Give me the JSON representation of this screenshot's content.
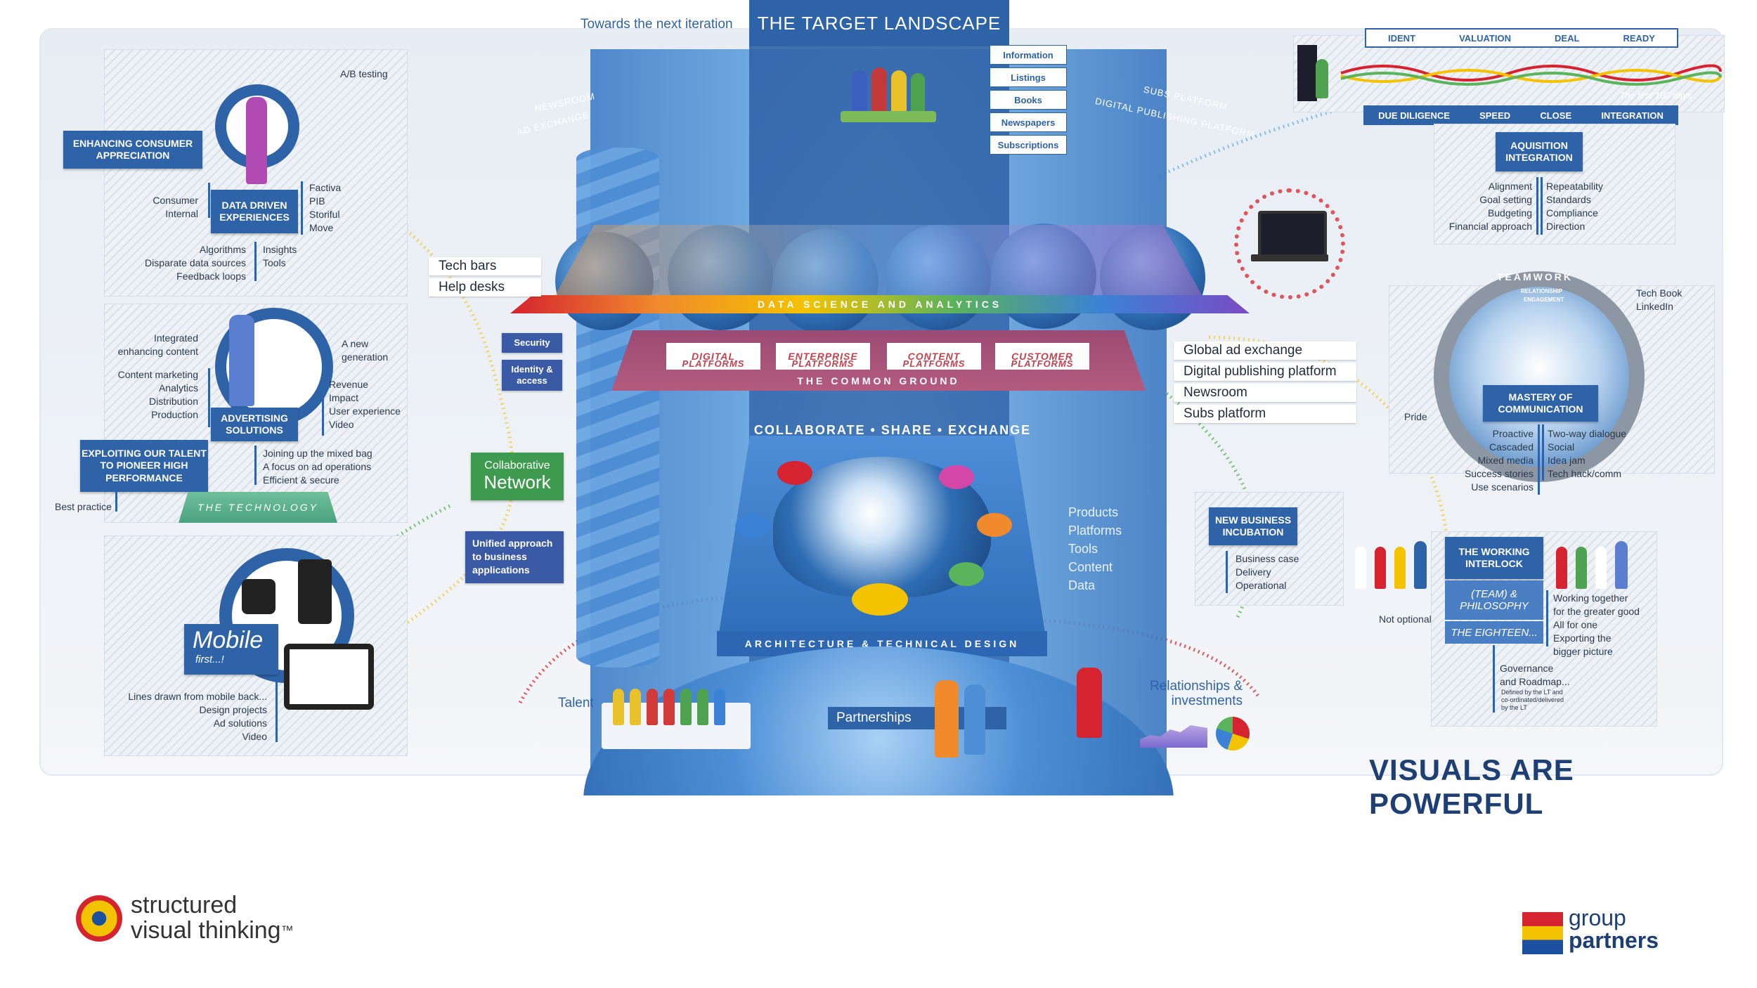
{
  "title": "THE TARGET LANDSCAPE",
  "subtitle_left": "Towards the next iteration",
  "category_tabs": [
    "Information",
    "Listings",
    "Books",
    "Newspapers",
    "Subscriptions"
  ],
  "arc_labels": {
    "newsroom": "NEWSROOM",
    "ad_exchange": "AD EXCHANGE",
    "subs_platform": "SUBS PLATFORM",
    "digital_publishing": "DIGITAL PUBLISHING PLATFORM"
  },
  "bands": {
    "data_science": "DATA SCIENCE AND ANALYTICS",
    "common_ground": "THE COMMON GROUND",
    "architecture": "ARCHITECTURE & TECHNICAL DESIGN",
    "collaborate": "COLLABORATE  •  SHARE  •  EXCHANGE",
    "technology": "THE TECHNOLOGY"
  },
  "platforms": [
    {
      "line1": "DIGITAL",
      "line2": "PLATFORMS"
    },
    {
      "line1": "ENTERPRISE",
      "line2": "PLATFORMS"
    },
    {
      "line1": "CONTENT",
      "line2": "PLATFORMS"
    },
    {
      "line1": "CUSTOMER",
      "line2": "PLATFORMS"
    }
  ],
  "left_tags": {
    "tech_bars": "Tech bars",
    "help_desks": "Help desks"
  },
  "right_tags": [
    "Global ad exchange",
    "Digital publishing platform",
    "Newsroom",
    "Subs platform"
  ],
  "security_buttons": {
    "security": "Security",
    "identity": "Identity & access"
  },
  "collab_network": {
    "line1": "Collaborative",
    "line2": "Network"
  },
  "unified": "Unified approach to business applications",
  "center_list": [
    "Products",
    "Platforms",
    "Tools",
    "Content",
    "Data"
  ],
  "bottom_labels": {
    "talent": "Talent",
    "partnerships": "Partnerships",
    "relationships": "Relationships & investments"
  },
  "left_panel": {
    "enhancing": "ENHANCING CONSUMER APPRECIATION",
    "ab_testing": "A/B testing",
    "data_driven": "DATA DRIVEN EXPERIENCES",
    "consumer_internal": [
      "Consumer",
      "Internal"
    ],
    "factiva_list": [
      "Factiva",
      "PIB",
      "Storiful",
      "Move"
    ],
    "algorithms_list": [
      "Algorithms",
      "Disparate data sources",
      "Feedback loops"
    ],
    "insights_tools": [
      "Insights",
      "Tools"
    ],
    "integrated": [
      "Integrated",
      "enhancing content"
    ],
    "new_generation": [
      "A new",
      "generation"
    ],
    "content_marketing": [
      "Content marketing",
      "Analytics",
      "Distribution",
      "Production"
    ],
    "advertising": "ADVERTISING SOLUTIONS",
    "revenue_list": [
      "Revenue",
      "Impact",
      "User experience",
      "Video"
    ],
    "exploiting": "EXPLOITING OUR TALENT TO PIONEER HIGH PERFORMANCE",
    "joining_list": [
      "Joining up the mixed bag",
      "A focus on ad operations",
      "Efficient & secure"
    ],
    "best_practice": "Best practice",
    "mobile_title": "Mobile",
    "mobile_sub": "first...!",
    "mobile_list": [
      "Lines drawn from mobile back...",
      "Design projects",
      "Ad solutions",
      "Video"
    ]
  },
  "top_right": {
    "stages_top": [
      "IDENT",
      "VALUATION",
      "DEAL",
      "READY"
    ],
    "stages_bottom": [
      "DUE DILIGENCE",
      "SPEED",
      "CLOSE",
      "INTEGRATION"
    ],
    "first_days": "The first 100 days",
    "acquisition": "AQUISITION INTEGRATION",
    "acq_left": [
      "Alignment",
      "Goal setting",
      "Budgeting",
      "Financial approach"
    ],
    "acq_right": [
      "Repeatability",
      "Standards",
      "Compliance",
      "Direction"
    ]
  },
  "right_panel": {
    "teamwork": "TEAMWORK",
    "relationship": "RELATIONSHIP",
    "engagement": "ENGAGEMENT",
    "tech_book": [
      "Tech Book",
      "LinkedIn"
    ],
    "pride": "Pride",
    "mastery": "MASTERY OF COMMUNICATION",
    "mastery_left": [
      "Proactive",
      "Cascaded",
      "Mixed media",
      "Success stories",
      "Use scenarios"
    ],
    "mastery_right": [
      "Two-way dialogue",
      "Social",
      "Idea jam",
      "Tech hack/comm"
    ],
    "new_business": "NEW BUSINESS INCUBATION",
    "nb_list": [
      "Business case",
      "Delivery",
      "Operational"
    ],
    "working_interlock": "THE WORKING INTERLOCK",
    "team_philosophy": "(TEAM) & PHILOSOPHY",
    "eighteen": "THE EIGHTEEN...",
    "not_optional": "Not optional",
    "working_list": [
      "Working together",
      "for the greater good",
      "All for one",
      "Exporting the",
      "bigger picture"
    ],
    "governance": [
      "Governance",
      "and Roadmap..."
    ],
    "defined": [
      "Defined by the LT and",
      "co-ordinated/delivered",
      "by the LT"
    ]
  },
  "headline": "VISUALS ARE POWERFUL",
  "logo_left": {
    "line1": "structured",
    "line2": "visual thinking",
    "tm": "™"
  },
  "logo_right": {
    "line1": "group",
    "line2": "partners"
  },
  "colors": {
    "primary_blue": "#2f63a8",
    "headline_navy": "#1e3f73",
    "rainbow_red": "#d5232f",
    "rainbow_yellow": "#f3c300",
    "rainbow_blue": "#1b4fa0"
  }
}
